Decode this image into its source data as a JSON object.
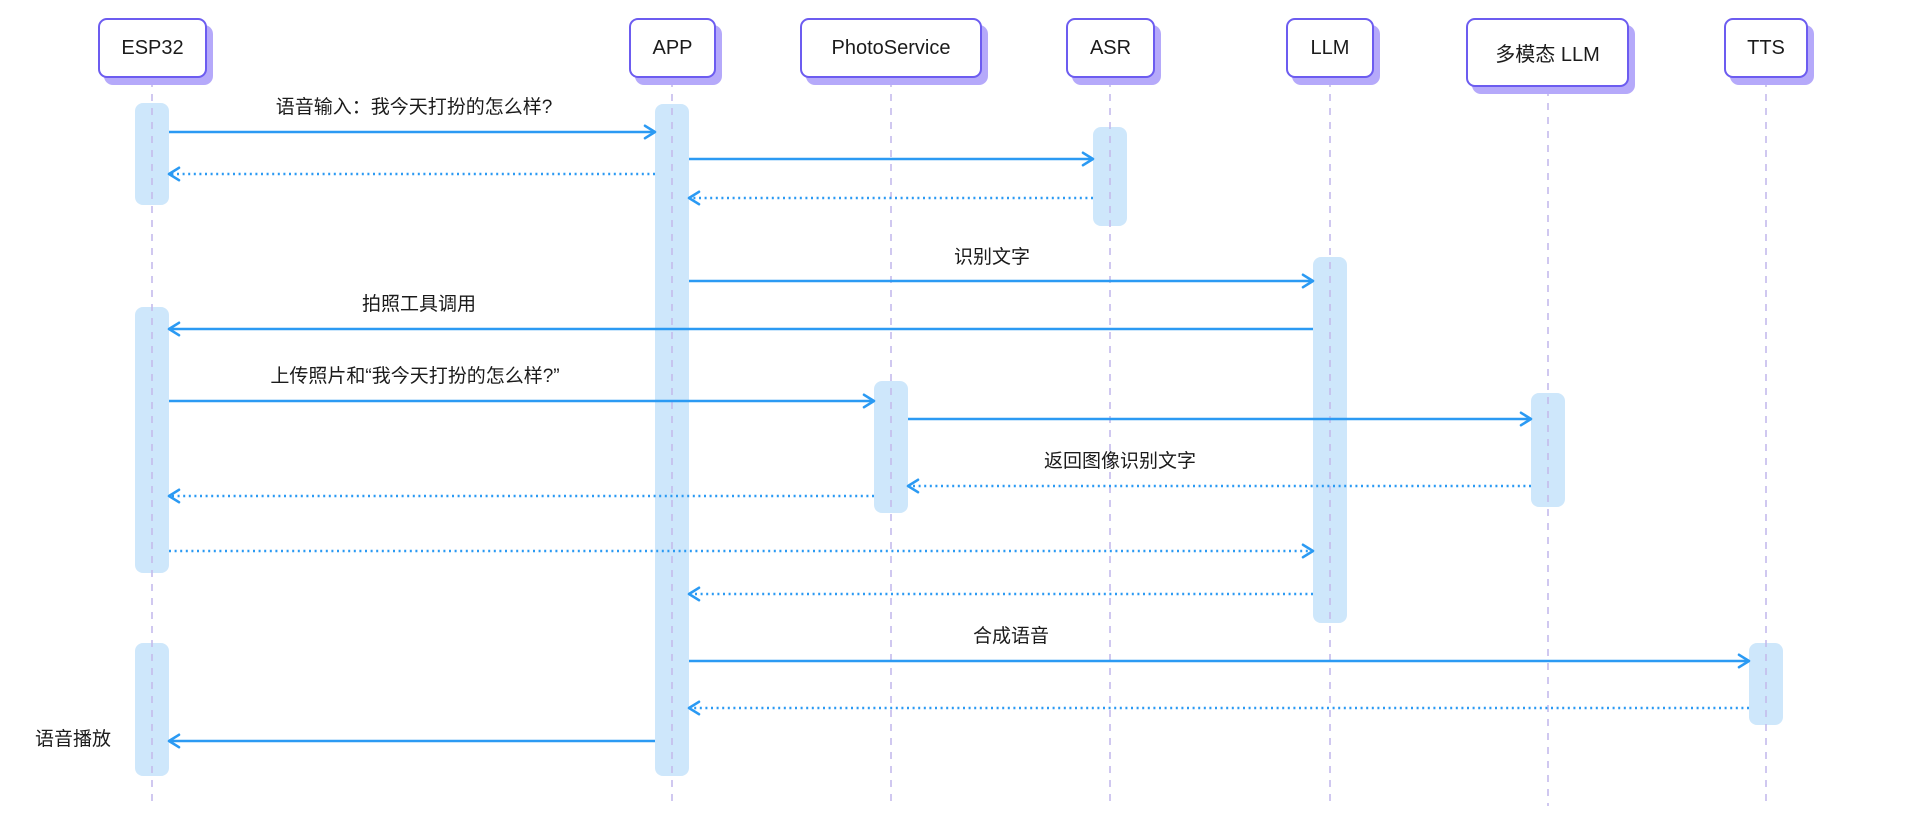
{
  "diagram": {
    "type": "sequence-diagram",
    "colors": {
      "arrow": "#2B9AF3",
      "activation_fill": "#CEE7FB",
      "lifeline": "#C4BBEC",
      "participant_border": "#6C5CF0",
      "participant_shadow": "#B5A9FA",
      "text": "#1B1B1B",
      "background": "#FFFFFF"
    },
    "participants": [
      {
        "id": "esp32",
        "label": "ESP32"
      },
      {
        "id": "app",
        "label": "APP"
      },
      {
        "id": "photoservice",
        "label": "PhotoService"
      },
      {
        "id": "asr",
        "label": "ASR"
      },
      {
        "id": "llm",
        "label": "LLM"
      },
      {
        "id": "multimodal-llm",
        "label": "多模态 LLM"
      },
      {
        "id": "tts",
        "label": "TTS"
      }
    ],
    "messages": [
      {
        "from": "ESP32",
        "to": "APP",
        "style": "solid",
        "label": "语音输入：我今天打扮的怎么样?"
      },
      {
        "from": "APP",
        "to": "ASR",
        "style": "solid",
        "label": ""
      },
      {
        "from": "APP",
        "to": "ESP32",
        "style": "dotted",
        "label": ""
      },
      {
        "from": "ASR",
        "to": "APP",
        "style": "dotted",
        "label": ""
      },
      {
        "from": "APP",
        "to": "LLM",
        "style": "solid",
        "label": "识别文字"
      },
      {
        "from": "LLM",
        "to": "ESP32",
        "style": "solid",
        "label": "拍照工具调用"
      },
      {
        "from": "ESP32",
        "to": "PhotoService",
        "style": "solid",
        "label": "上传照片和“我今天打扮的怎么样?”"
      },
      {
        "from": "PhotoService",
        "to": "多模态 LLM",
        "style": "solid",
        "label": ""
      },
      {
        "from": "多模态 LLM",
        "to": "PhotoService",
        "style": "dotted",
        "label": "返回图像识别文字"
      },
      {
        "from": "PhotoService",
        "to": "ESP32",
        "style": "dotted",
        "label": ""
      },
      {
        "from": "ESP32",
        "to": "LLM",
        "style": "dotted",
        "label": ""
      },
      {
        "from": "LLM",
        "to": "APP",
        "style": "dotted",
        "label": ""
      },
      {
        "from": "APP",
        "to": "TTS",
        "style": "solid",
        "label": "合成语音"
      },
      {
        "from": "TTS",
        "to": "APP",
        "style": "dotted",
        "label": ""
      },
      {
        "from": "APP",
        "to": "ESP32",
        "style": "solid",
        "label": "语音播放"
      }
    ]
  }
}
